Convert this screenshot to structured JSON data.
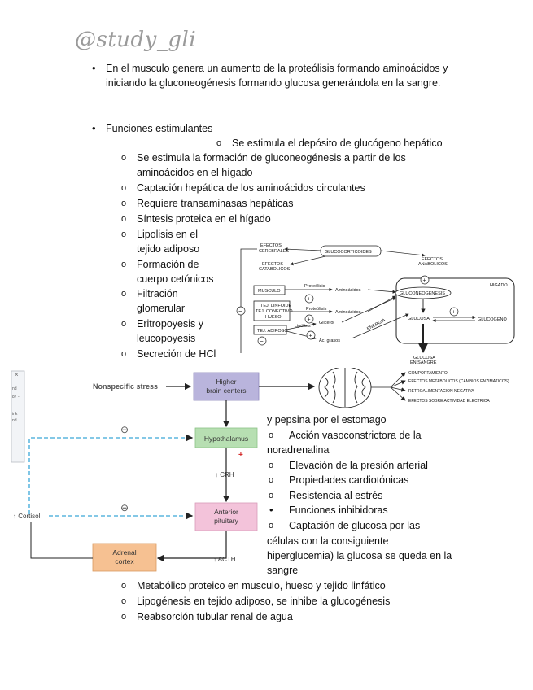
{
  "header": {
    "handle": "@study_gli"
  },
  "section1": {
    "bullet": "•",
    "line1": "En el musculo genera un aumento de la proteólisis formando aminoácidos y",
    "line2": "iniciando la gluconeogénesis formando glucosa generándola en la sangre."
  },
  "section2": {
    "bullet": "•",
    "title": "Funciones estimulantes",
    "sub_marker": "o",
    "first_item": "Se estimula el depósito de glucógeno hepático",
    "items": [
      "Se estimula la formación de gluconeogénesis a partir de los",
      "aminoácidos en el hígado",
      "Captación hepática de los aminoácidos circulantes",
      "Requiere transaminasas hepáticas",
      "Síntesis proteica en el hígado",
      "Lipolisis en el",
      "tejido adiposo",
      "Formación de",
      "cuerpo cetónicos",
      "Filtración",
      "glomerular",
      "Eritropoyesis y",
      "leucopoyesis",
      "Secreción de HCl"
    ]
  },
  "gluco_diagram": {
    "efectos_cerebrales": [
      "EFECTOS",
      "CEREBRALES"
    ],
    "glucocorticoides": "GLUCOCORTICOIDES",
    "efectos_anabolicos": [
      "EFECTOS",
      "ANABOLICOS"
    ],
    "efectos_catabolicos": [
      "EFECTOS",
      "CATABOLICOS"
    ],
    "musculo": "MUSCULO",
    "proteolisis": "Proteólisis",
    "aminoacidos": "Aminoácidos",
    "tej_linfoide": [
      "TEJ. LINFOIDE",
      "TEJ. CONECTIVO",
      "HUESO"
    ],
    "tej_adiposo": "TEJ. ADIPOSO",
    "lipolisis": "Lipólisis",
    "glicerol": "Glicerol",
    "ac_grasos": "Ac. grasos",
    "energia": "ENERGIA",
    "higado": "HIGADO",
    "gluconeogenesis": "GLUCONEOGENESIS",
    "glucosa": "GLUCOSA",
    "glucogeno": "GLUCOGENO",
    "glucosa_sangre": [
      "GLUCOSA",
      "EN SANGRE"
    ],
    "plus": "+",
    "minus": "−"
  },
  "hpa_diagram": {
    "nonspecific_stress": "Nonspecific stress",
    "higher_brain": [
      "Higher",
      "brain centers"
    ],
    "hypothalamus": "Hypothalamus",
    "crh": "↑ CRH",
    "anterior_pituitary": [
      "Anterior",
      "pituitary"
    ],
    "acth": "↑ ACTH",
    "adrenal_cortex": [
      "Adrenal",
      "cortex"
    ],
    "cortisol": "↑ Cortisol",
    "minus_symbol": "⊖",
    "plus_symbol": "+",
    "effects": [
      "COMPORTAMIENTO",
      "EFECTOS METABOLICOS (CAMBIOS ENZIMATICOS)",
      "RETROALIMENTACION NEGATIVA",
      "EFECTOS SOBRE ACTIVIDAD ELECTRICA"
    ],
    "side_bits": [
      "nd",
      "87 -",
      "ink",
      "nd"
    ],
    "side_close": "×",
    "colors": {
      "brain_box": "#b9b4dc",
      "hypothalamus": "#b7dfb2",
      "pituitary": "#f3c3da",
      "adrenal": "#f6c192",
      "dashed": "#3ba7d8",
      "plus": "#d42d2d"
    }
  },
  "right_column": {
    "line0": "y pepsina por el estomago",
    "marker": "o",
    "bullet": "•",
    "accion": "Acción vasoconstrictora de la",
    "noradrenalina": "noradrenalina",
    "elevacion": "Elevación de la presión arterial",
    "propiedades": "Propiedades cardiotónicas",
    "resistencia": "Resistencia al estrés",
    "funciones": "Funciones inhibidoras",
    "captacion": "Captación de glucosa por las",
    "celulas": "células con la consiguiente",
    "hiperglucemia": "hiperglucemia) la glucosa se queda en la",
    "sangre": "sangre"
  },
  "bottom_items": {
    "marker": "o",
    "items": [
      "Metabólico proteico en musculo, hueso y tejido linfático",
      "Lipogénesis en tejido adiposo, se inhibe la glucogénesis",
      "Reabsorción tubular renal de agua"
    ]
  }
}
